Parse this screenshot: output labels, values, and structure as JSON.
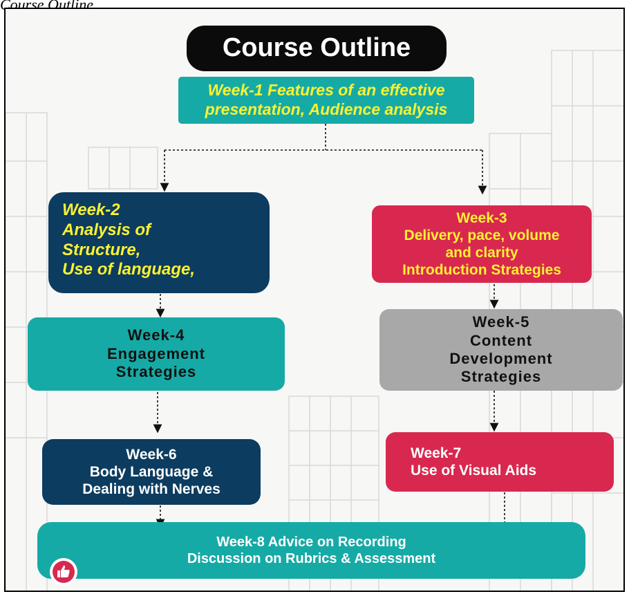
{
  "caption": "Course Outline",
  "title": "Course Outline",
  "boxes": {
    "week1": [
      "Week-1 Features of an effective",
      "presentation, Audience analysis"
    ],
    "week2": [
      "Week-2",
      "Analysis of",
      "Structure,",
      "Use of language,"
    ],
    "week3": [
      "Week-3",
      "Delivery, pace, volume",
      "and clarity",
      "Introduction Strategies"
    ],
    "week4": [
      "Week-4",
      "Engagement",
      "Strategies"
    ],
    "week5": [
      "Week-5",
      "Content",
      "Development",
      "Strategies"
    ],
    "week6": [
      "Week-6",
      "Body Language &",
      "Dealing with Nerves"
    ],
    "week7": [
      "Week-7",
      "Use of Visual Aids"
    ],
    "week8": [
      "Week-8 Advice on Recording",
      "Discussion on Rubrics & Assessment"
    ]
  },
  "icons": {
    "badge": "thumbs-up-icon"
  },
  "colors": {
    "teal": "#16aaa6",
    "navy": "#0c3c5f",
    "crimson": "#d9284f",
    "gray": "#a8a8a8",
    "yellow_text": "#fbf232"
  }
}
